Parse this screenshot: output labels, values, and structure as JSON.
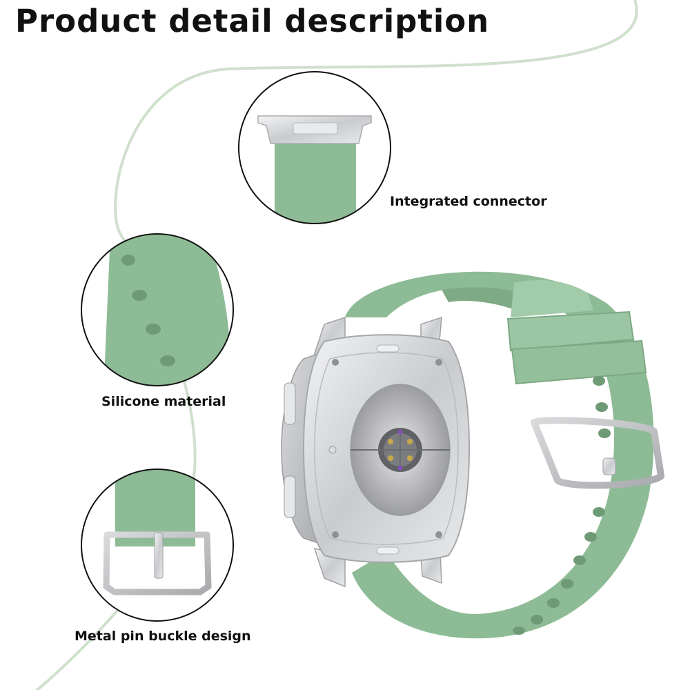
{
  "title": "Product detail description",
  "features": [
    {
      "label": "Integrated connector",
      "icon": "connector-closeup-icon"
    },
    {
      "label": "Silicone material",
      "icon": "silicone-strap-closeup-icon"
    },
    {
      "label": "Metal pin buckle design",
      "icon": "buckle-closeup-icon"
    }
  ],
  "colors": {
    "strap_green": "#8dbb95",
    "curve_green": "#cfe0cc",
    "metal_silver": "#d6d8da",
    "text": "#111111"
  }
}
